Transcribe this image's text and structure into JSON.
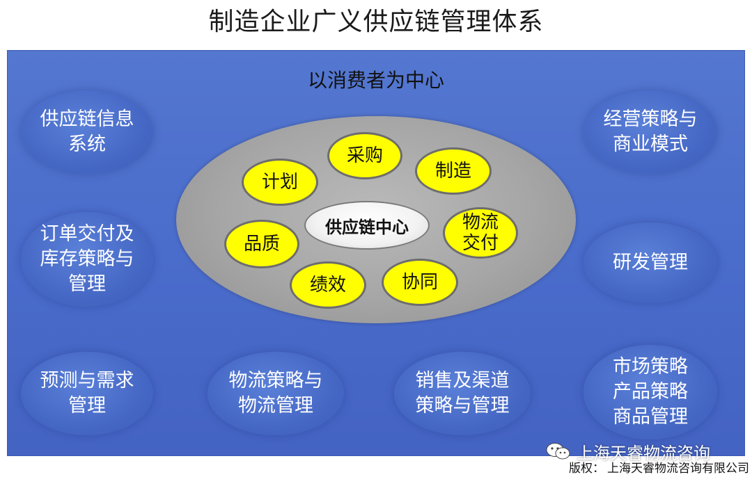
{
  "title": "制造企业广义供应链管理体系",
  "center_label": "以消费者为中心",
  "hub": "供应链中心",
  "inner_nodes": {
    "cai_gou": "采购",
    "ji_hua": "计划",
    "zhi_zao": "制造",
    "pin_zhi": "品质",
    "wu_liu_jiao_fu": "物流\n交付",
    "ji_xiao": "绩效",
    "xie_tong": "协同"
  },
  "outer_nodes": {
    "scm_info": "供应链信息\n系统",
    "order_inventory": "订单交付及\n库存策略与\n管理",
    "forecast_demand": "预测与需求\n管理",
    "logistics_strategy": "物流策略与\n物流管理",
    "sales_channel": "销售及渠道\n策略与管理",
    "business_strategy": "经营策略与\n商业模式",
    "rnd": "研发管理",
    "market_product": "市场策略\n产品策略\n商品管理"
  },
  "watermark": {
    "wechat_label": "上海天睿物流咨询",
    "copyright_label": "版权：",
    "copyright_company": "上海天睿物流咨询有限公司"
  },
  "colors": {
    "panel_blue": "#4a6ccb",
    "node_yellow": "#ffff00",
    "oval_grey": "#a6a6a6"
  },
  "icons": [
    "wechat-icon"
  ]
}
